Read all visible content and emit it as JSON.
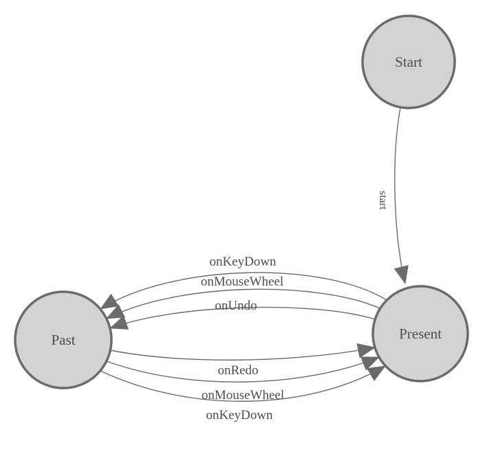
{
  "diagram": {
    "nodes": [
      {
        "id": "start",
        "label": "Start"
      },
      {
        "id": "past",
        "label": "Past"
      },
      {
        "id": "present",
        "label": "Present"
      }
    ],
    "edges": [
      {
        "from": "start",
        "to": "present",
        "label": "start"
      },
      {
        "from": "present",
        "to": "past",
        "label": "onKeyDown"
      },
      {
        "from": "present",
        "to": "past",
        "label": "onMouseWheel"
      },
      {
        "from": "present",
        "to": "past",
        "label": "onUndo"
      },
      {
        "from": "past",
        "to": "present",
        "label": "onRedo"
      },
      {
        "from": "past",
        "to": "present",
        "label": "onMouseWheel"
      },
      {
        "from": "past",
        "to": "present",
        "label": "onKeyDown"
      }
    ],
    "colors": {
      "node_fill": "#d3d3d3",
      "node_stroke": "#6b6b6b",
      "edge_stroke": "#6b6b6b",
      "arrowhead": "#6b6b6b",
      "label_text": "#4d4d4d",
      "background": "#ffffff"
    }
  }
}
